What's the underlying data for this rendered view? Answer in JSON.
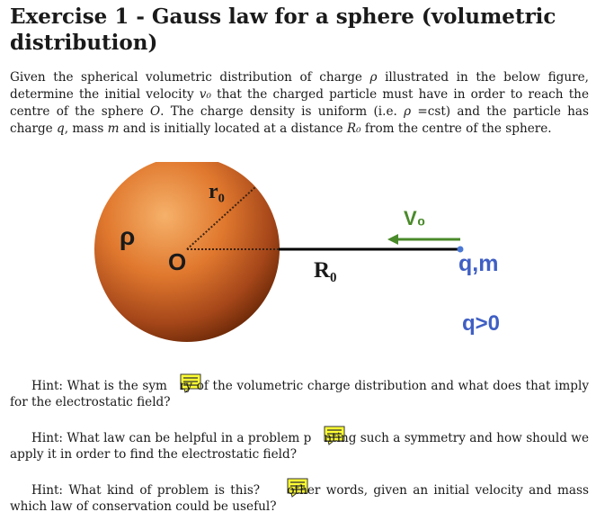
{
  "title": "Exercise 1 - Gauss law for a sphere (volumetric distribution)",
  "intro": {
    "p1": "Given the spherical volumetric distribution of charge ",
    "rho": "ρ",
    "p2": " illustrated in the below figure, determine the initial velocity ",
    "v0": "v₀",
    "p3": " that the charged particle must have in order to reach the centre of the sphere ",
    "O": "O",
    "p4": ". The charge density is uniform (i.e. ",
    "rho2": "ρ",
    "p5": " =cst) and the particle has charge ",
    "q": "q",
    "p6": ", mass ",
    "m": "m",
    "p7": " and is initially located at a distance ",
    "R0": "R₀",
    "p8": " from the centre of the sphere."
  },
  "figure": {
    "rho_label": "ρ",
    "O_label": "O",
    "r0_label": "r₀",
    "R0_label": "R₀",
    "v0_label": "V₀",
    "qm_label": "q,m",
    "q_sign_label": "q>0",
    "colors": {
      "sphere_light": "#f2a35a",
      "sphere_dark": "#7a2e08",
      "arrow": "#4a8a2a",
      "particle_text": "#3f5fc4",
      "particle_dot": "#4a77d4"
    }
  },
  "hints": [
    {
      "pre": "Hint: What is the sym",
      "post": "ry of the volumetric charge distribution and what does that imply for the electrostatic field?"
    },
    {
      "pre": "Hint: What law can be helpful in a problem p",
      "post": "nting such a symmetry and how should we apply it in order to find the electrostatic field?"
    },
    {
      "pre": "Hint: What kind of problem is this? ",
      "post": "other words, given an initial velocity and mass which law of conservation could be useful?"
    }
  ],
  "icons": [
    "note-icon"
  ]
}
